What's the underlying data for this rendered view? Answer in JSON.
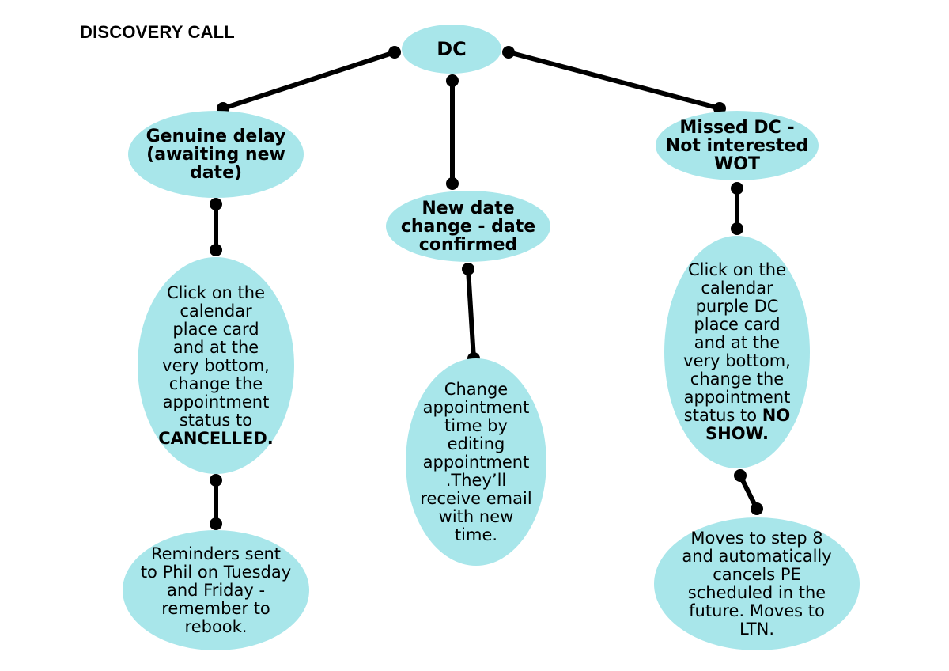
{
  "title": "DISCOVERY CALL",
  "colors": {
    "node_fill": "#a8e6ea",
    "connector": "#000000",
    "text": "#000000"
  },
  "nodes": {
    "dc": {
      "lines": [
        "DC"
      ]
    },
    "genuine_delay": {
      "lines": [
        "Genuine delay",
        "(awaiting new",
        "date)"
      ]
    },
    "new_date": {
      "lines": [
        "New date",
        "change - date",
        "confirmed"
      ]
    },
    "missed_dc": {
      "lines": [
        "Missed DC -",
        "Not interested",
        "WOT"
      ]
    },
    "cancelled_step": {
      "lines": [
        "Click on the",
        "calendar",
        "place card",
        "and at the",
        "very bottom,",
        "change the",
        "appointment",
        "status to"
      ],
      "emphasis": "CANCELLED."
    },
    "change_time": {
      "lines": [
        "Change",
        "appointment",
        "time by",
        "editing",
        "appointment",
        ".They’ll",
        "receive email",
        "with new",
        "time."
      ]
    },
    "no_show_step": {
      "lines": [
        "Click on the",
        "calendar",
        "purple DC",
        "place card",
        "and at the",
        "very bottom,",
        "change the",
        "appointment"
      ],
      "last_line_prefix": "status to ",
      "last_line_emphasis": "NO",
      "emphasis": "SHOW."
    },
    "reminders": {
      "lines": [
        "Reminders sent",
        "to Phil on Tuesday",
        "and Friday -",
        "remember to",
        "rebook."
      ]
    },
    "moves_step8": {
      "lines": [
        "Moves to step 8",
        "and automatically",
        "cancels PE",
        "scheduled in the",
        "future. Moves to",
        "LTN."
      ]
    }
  }
}
